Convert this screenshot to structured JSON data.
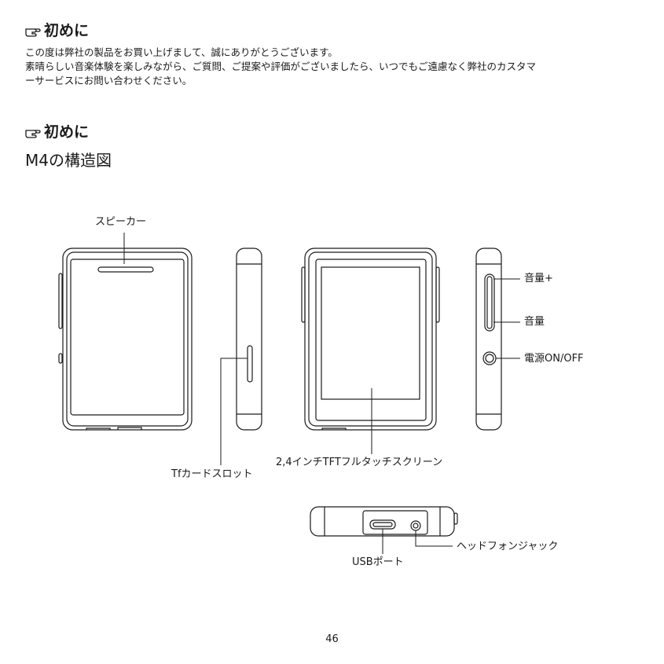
{
  "section1": {
    "heading": "初めに",
    "lines": [
      "この度は弊社の製品をお買い上げまして、誠にありがとうございます。",
      "素晴らしい音楽体験を楽しみながら、ご質問、ご提案や評価がございましたら、いつでもご遠慮なく弊社のカスタマ",
      "ーサービスにお問い合わせください。"
    ]
  },
  "section2": {
    "heading": "初めに",
    "subtitle": "M4の構造図"
  },
  "labels": {
    "speaker": "スピーカー",
    "tf_slot": "Tfカードスロット",
    "screen": "2,4インチTFTフルタッチスクリーン",
    "volume_up": "音量+",
    "volume_down": "音量",
    "power": "電源ON/OFF",
    "usb_port": "USBポート",
    "headphone_jack": "ヘッドフォンジャック"
  },
  "page_number": "46"
}
